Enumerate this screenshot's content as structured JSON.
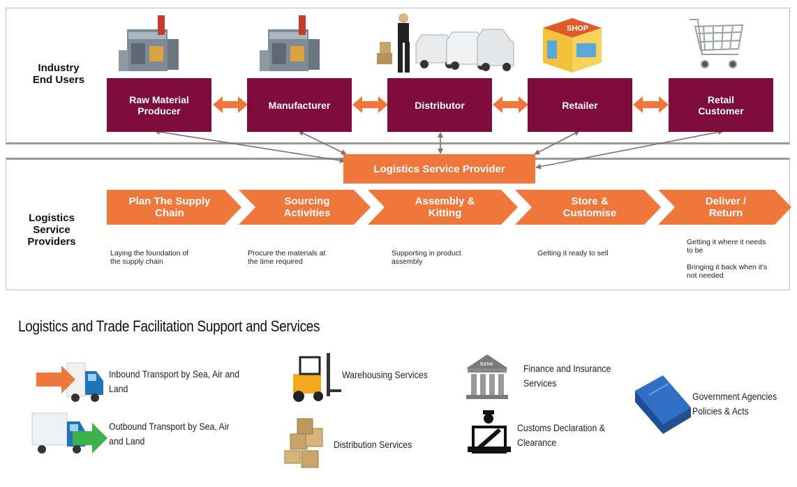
{
  "industry": {
    "side_label_line1": "Industry",
    "side_label_line2": "End Users",
    "boxes": [
      {
        "line1": "Raw Material",
        "line2": "Producer"
      },
      {
        "line1": "Manufacturer",
        "line2": ""
      },
      {
        "line1": "Distributor",
        "line2": ""
      },
      {
        "line1": "Retailer",
        "line2": ""
      },
      {
        "line1": "Retail",
        "line2": "Customer"
      }
    ]
  },
  "lsp": {
    "label": "Logistics Service Provider",
    "side_label_line1": "Logistics",
    "side_label_line2": "Service",
    "side_label_line3": "Providers"
  },
  "steps": [
    {
      "line1": "Plan The Supply",
      "line2": "Chain",
      "desc1": "Laying the foundation of",
      "desc2": "the supply chain",
      "desc3": "",
      "desc4": ""
    },
    {
      "line1": "Sourcing",
      "line2": "Activities",
      "desc1": "Procure the materials at",
      "desc2": "the time required",
      "desc3": "",
      "desc4": ""
    },
    {
      "line1": "Assembly &",
      "line2": "Kitting",
      "desc1": "Supporting in product",
      "desc2": "assembly",
      "desc3": "",
      "desc4": ""
    },
    {
      "line1": "Store &",
      "line2": "Customise",
      "desc1": "Getting it ready to sell",
      "desc2": "",
      "desc3": "",
      "desc4": ""
    },
    {
      "line1": "Deliver /",
      "line2": "Return",
      "desc1": "Getting it where it needs",
      "desc2": "to be",
      "desc3": "Bringing it back when it's",
      "desc4": "not needed"
    }
  ],
  "services": {
    "title": "Logistics and Trade Facilitation Support and Services",
    "items": [
      {
        "line1": "Inbound Transport by Sea, Air and",
        "line2": "Land"
      },
      {
        "line1": "Outbound Transport by Sea, Air",
        "line2": "and Land"
      },
      {
        "line1": "Warehousing Services",
        "line2": ""
      },
      {
        "line1": "Distribution Services",
        "line2": ""
      },
      {
        "line1": "Finance and Insurance",
        "line2": "Services"
      },
      {
        "line1": "Customs Declaration &",
        "line2": "Clearance"
      },
      {
        "line1": "Government Agencies",
        "line2": "Policies & Acts"
      }
    ],
    "bank_sign": "BANK",
    "shop_sign": "SHOP"
  },
  "colors": {
    "maroon": "#7d0b3b",
    "orange": "#f0773b",
    "arrow_line": "#8a6a6a",
    "truck_blue": "#1f74b8",
    "green_arrow": "#3cb34a",
    "folder_blue": "#2f6fc4"
  }
}
